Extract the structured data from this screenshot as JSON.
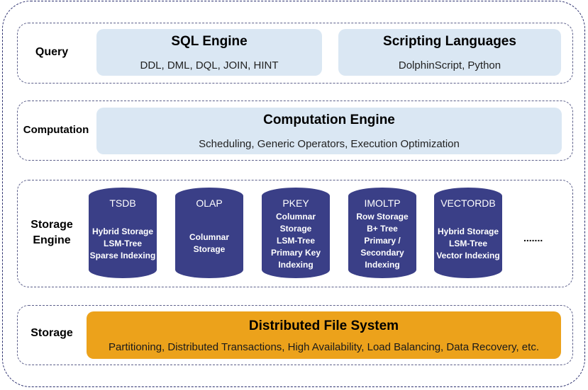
{
  "diagram": {
    "layers": {
      "query": {
        "label": "Query",
        "sql_engine": {
          "title": "SQL Engine",
          "subtitle": "DDL, DML, DQL, JOIN, HINT"
        },
        "scripting": {
          "title": "Scripting Languages",
          "subtitle": "DolphinScript, Python"
        }
      },
      "computation": {
        "label": "Computation",
        "engine": {
          "title": "Computation Engine",
          "subtitle": "Scheduling, Generic Operators, Execution Optimization"
        }
      },
      "storage_engine": {
        "label_line1": "Storage",
        "label_line2": "Engine",
        "engines": [
          {
            "title": "TSDB",
            "lines": [
              "Hybrid Storage",
              "LSM-Tree",
              "Sparse Indexing"
            ]
          },
          {
            "title": "OLAP",
            "lines": [
              "Columnar",
              "Storage"
            ]
          },
          {
            "title": "PKEY",
            "lines": [
              "Columnar",
              "Storage",
              "LSM-Tree",
              "Primary Key",
              "Indexing"
            ]
          },
          {
            "title": "IMOLTP",
            "lines": [
              "Row Storage",
              "B+ Tree",
              "Primary /",
              "Secondary",
              "Indexing"
            ]
          },
          {
            "title": "VECTORDB",
            "lines": [
              "Hybrid Storage",
              "LSM-Tree",
              "Vector Indexing"
            ]
          }
        ],
        "more": "......."
      },
      "storage": {
        "label": "Storage",
        "dfs": {
          "title": "Distributed File System",
          "subtitle": "Partitioning, Distributed Transactions, High Availability, Load Balancing, Data Recovery, etc."
        }
      }
    },
    "colors": {
      "light_blue_box": "#dae7f3",
      "cylinder": "#3a3f87",
      "orange_box": "#eca21b",
      "dashed_border": "#2b2f6e"
    }
  }
}
